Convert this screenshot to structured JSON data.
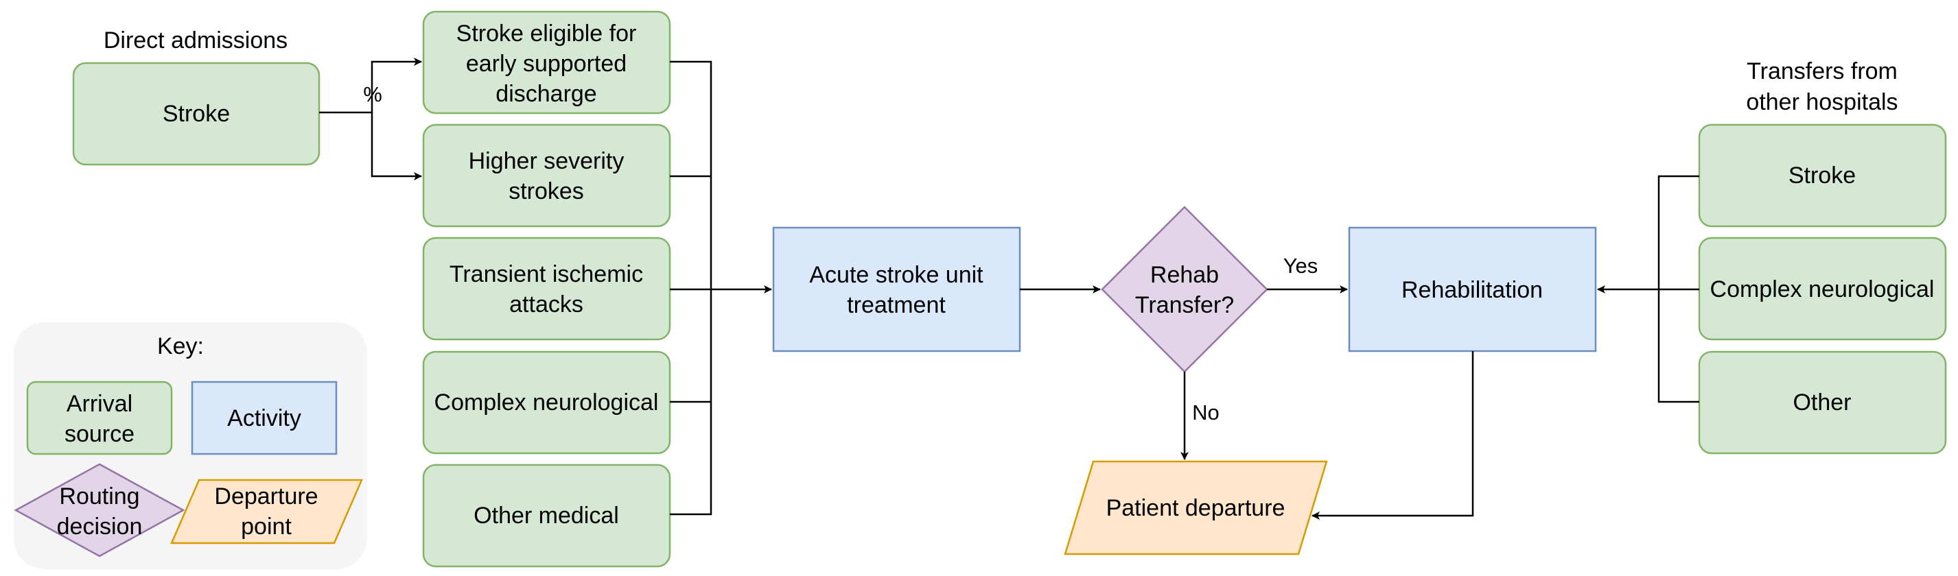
{
  "colors": {
    "arrival_fill": "#d5e8d4",
    "arrival_stroke": "#82b366",
    "activity_fill": "#dae8fc",
    "activity_stroke": "#6c8ebf",
    "decision_fill": "#e1d5e7",
    "decision_stroke": "#9673a6",
    "departure_fill": "#ffe6cc",
    "departure_stroke": "#d79b00",
    "key_fill": "#f5f5f5",
    "line": "#000000"
  },
  "direct_admissions": {
    "heading": "Direct admissions",
    "stroke": "Stroke",
    "split_label": "%"
  },
  "arrivals": {
    "esd": [
      "Stroke eligible for",
      "early supported",
      "discharge"
    ],
    "higher_severity": [
      "Higher severity",
      "strokes"
    ],
    "tia": [
      "Transient ischemic",
      "attacks"
    ],
    "complex_neuro": "Complex neurological",
    "other_medical": "Other medical"
  },
  "activities": {
    "asu": [
      "Acute stroke unit",
      "treatment"
    ],
    "rehab": "Rehabilitation"
  },
  "decision": {
    "label": [
      "Rehab",
      "Transfer?"
    ],
    "yes": "Yes",
    "no": "No"
  },
  "departure": {
    "label": "Patient departure"
  },
  "transfers": {
    "heading": [
      "Transfers from",
      "other hospitals"
    ],
    "stroke": "Stroke",
    "complex_neuro": "Complex neurological",
    "other": "Other"
  },
  "key": {
    "title": "Key:",
    "arrival": [
      "Arrival",
      "source"
    ],
    "activity": "Activity",
    "routing": [
      "Routing",
      "decision"
    ],
    "departure": [
      "Departure",
      "point"
    ]
  }
}
